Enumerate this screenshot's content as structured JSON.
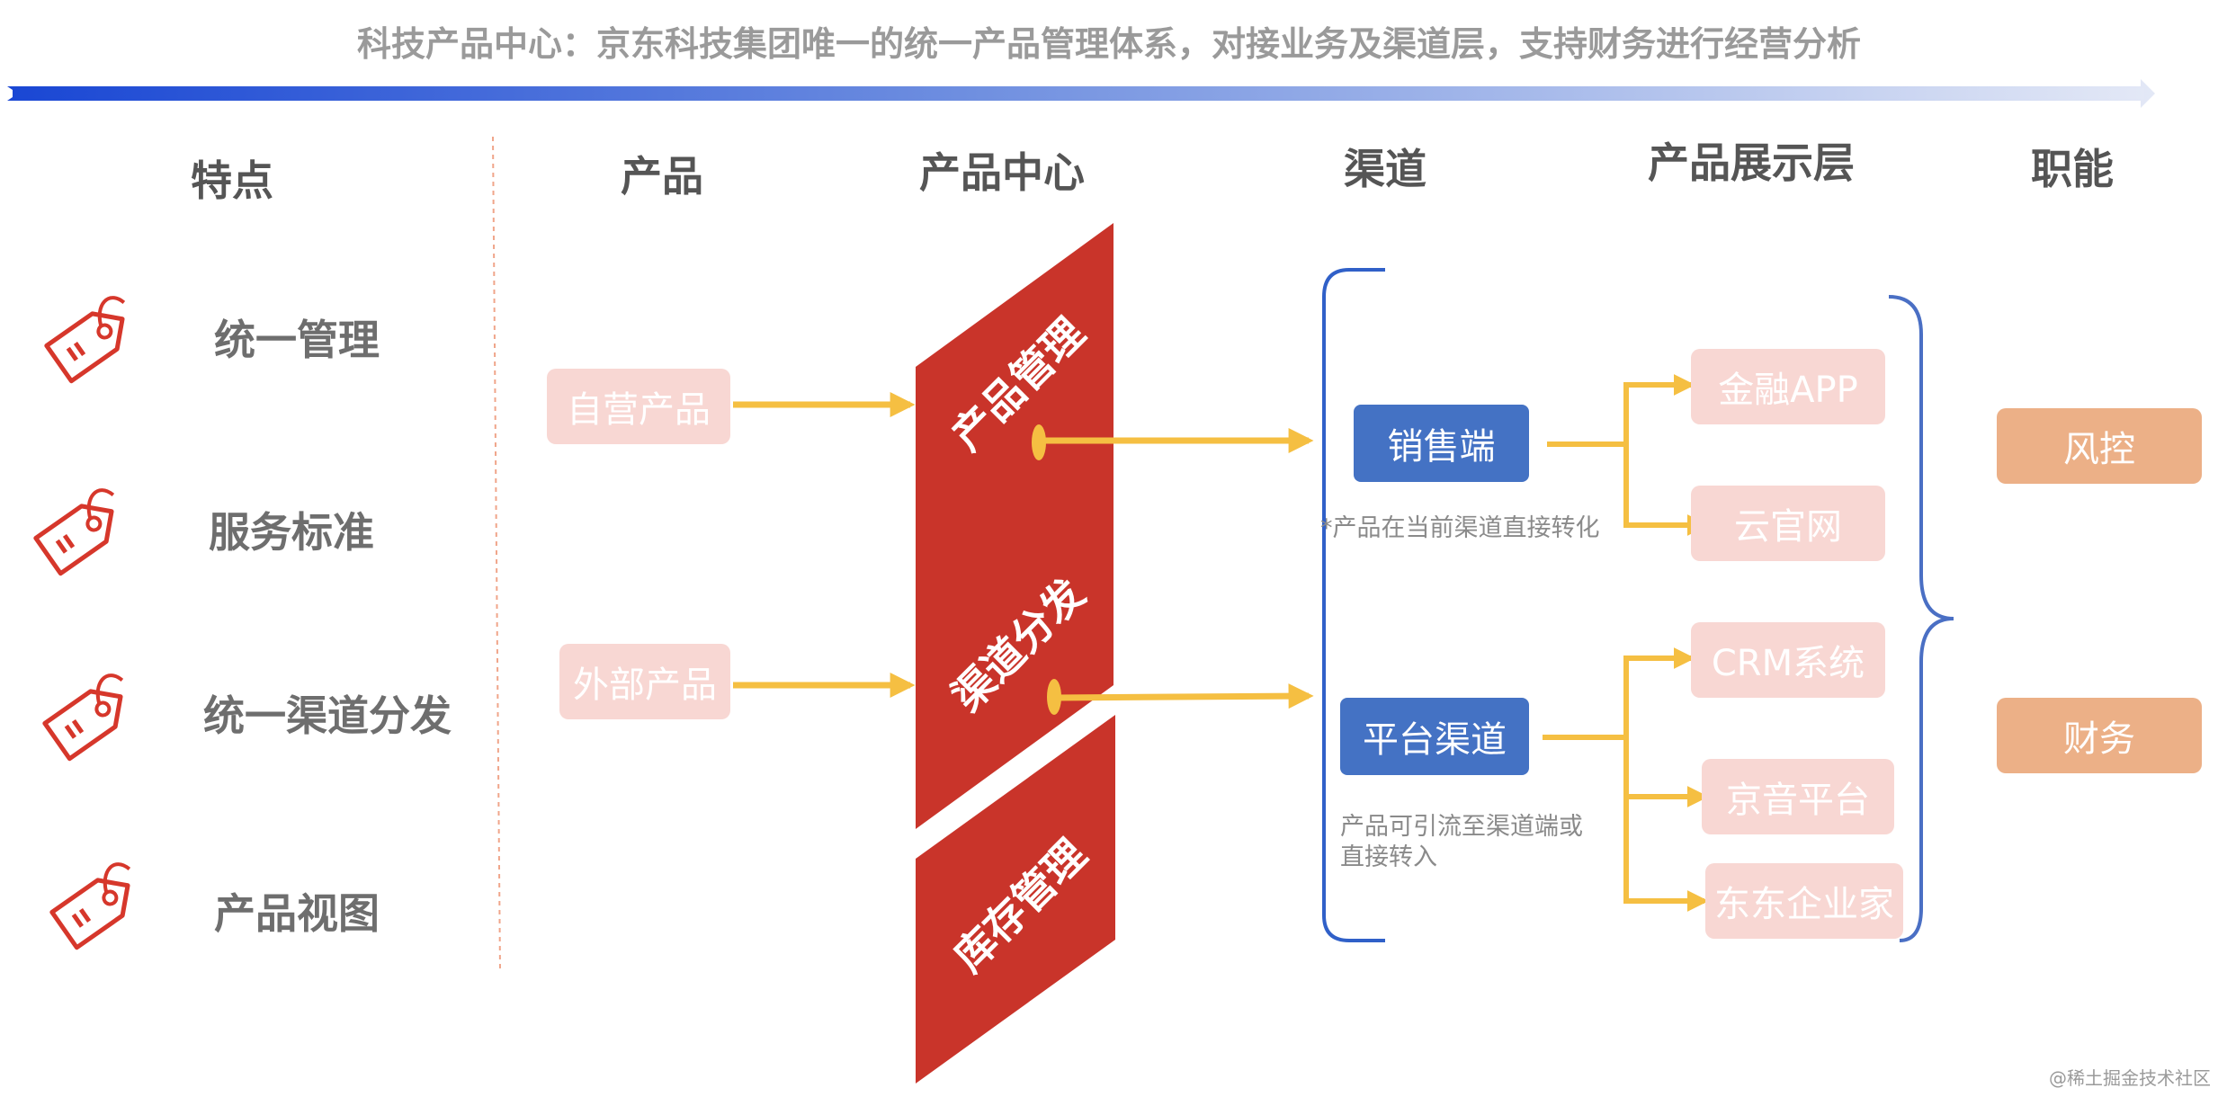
{
  "banner": "科技产品中心：京东科技集团唯一的统一产品管理体系，对接业务及渠道层，支持财务进行经营分析",
  "columns": {
    "features": "特点",
    "product": "产品",
    "center": "产品中心",
    "channel": "渠道",
    "display": "产品展示层",
    "function": "职能"
  },
  "features": [
    "统一管理",
    "服务标准",
    "统一渠道分发",
    "产品视图"
  ],
  "products": [
    "自营产品",
    "外部产品"
  ],
  "center": [
    "产品管理",
    "渠道分发",
    "库存管理"
  ],
  "channels": {
    "sales": "销售端",
    "sales_note": "*产品在当前渠道直接转化",
    "platform": "平台渠道",
    "platform_note_1": "产品可引流至渠道端或",
    "platform_note_2": "直接转入"
  },
  "display": [
    "金融APP",
    "云官网",
    "CRM系统",
    "京音平台",
    "东东企业家"
  ],
  "functions": [
    "风控",
    "财务"
  ],
  "watermark": "@稀土掘金技术社区",
  "colors": {
    "red": "#c9342a",
    "yellow": "#f5bf42",
    "blue": "#4472c4",
    "pink": "#f8d7d3",
    "orange": "#ecb087"
  }
}
